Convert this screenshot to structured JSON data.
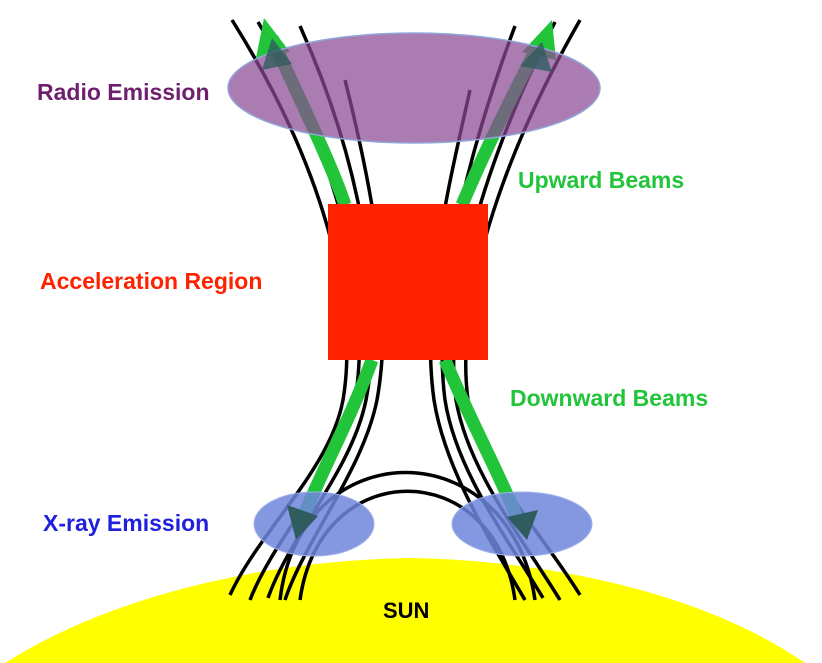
{
  "labels": {
    "radio_emission": "Radio Emission",
    "upward_beams": "Upward Beams",
    "acceleration_region": "Acceleration Region",
    "downward_beams": "Downward Beams",
    "xray_emission": "X-ray Emission",
    "sun": "SUN"
  },
  "colors": {
    "radio_emission": "#6e1f6e",
    "radio_ellipse": "#9e6aa8",
    "beams": "#22c53a",
    "acceleration": "#ff2200",
    "xray_text": "#1f1fe0",
    "xray_ellipse": "#6f86dd",
    "sun": "#ffff00",
    "field_lines": "#000000",
    "arrow_heads": "#2f5d5f"
  }
}
